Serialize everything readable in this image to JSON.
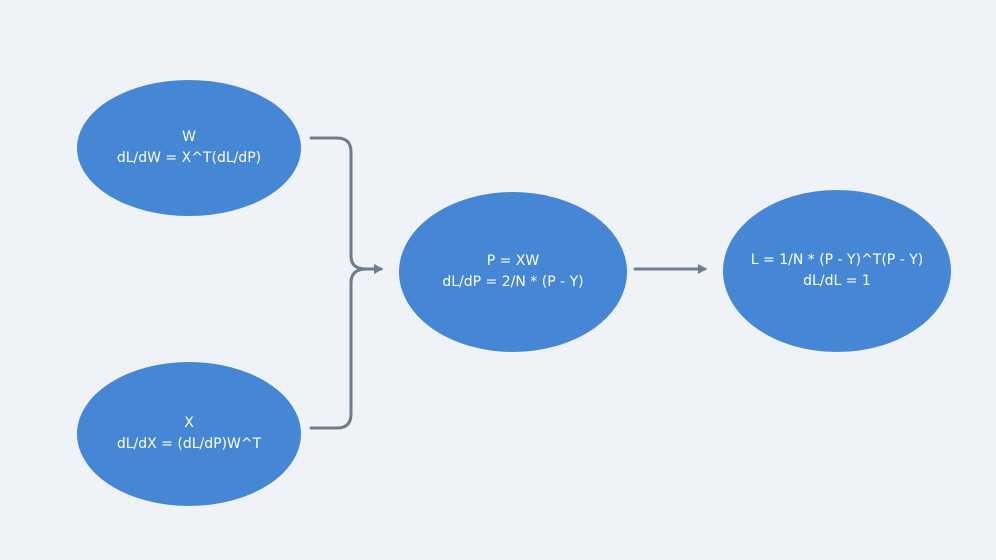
{
  "nodes": {
    "w": {
      "label": "W",
      "gradient": "dL/dW = X^T(dL/dP)"
    },
    "x": {
      "label": "X",
      "gradient": "dL/dX = (dL/dP)W^T"
    },
    "p": {
      "label": "P = XW",
      "gradient": "dL/dP = 2/N * (P - Y)"
    },
    "l": {
      "label": "L = 1/N * (P - Y)^T(P - Y)",
      "gradient": "dL/dL = 1"
    }
  },
  "edges": [
    {
      "from": "W",
      "to": "P"
    },
    {
      "from": "X",
      "to": "P"
    },
    {
      "from": "P",
      "to": "L"
    }
  ],
  "colors": {
    "background": "#eff3f7",
    "node_fill": "#4587d5",
    "node_text": "#ffffff",
    "edge": "#6f7c8a"
  }
}
